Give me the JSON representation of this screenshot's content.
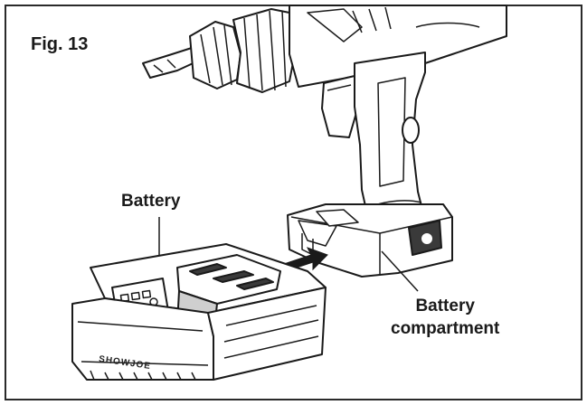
{
  "figure": {
    "number_label": "Fig. 13",
    "battery_label": "Battery",
    "compartment_label_line1": "Battery",
    "compartment_label_line2": "compartment",
    "brand_text": "SHOWJOE"
  },
  "colors": {
    "line": "#1a1a1a",
    "fill_light": "#ffffff",
    "fill_gray": "#cfcfcf",
    "fill_dark": "#3a3a3a",
    "frame": "#2a2a2a"
  }
}
